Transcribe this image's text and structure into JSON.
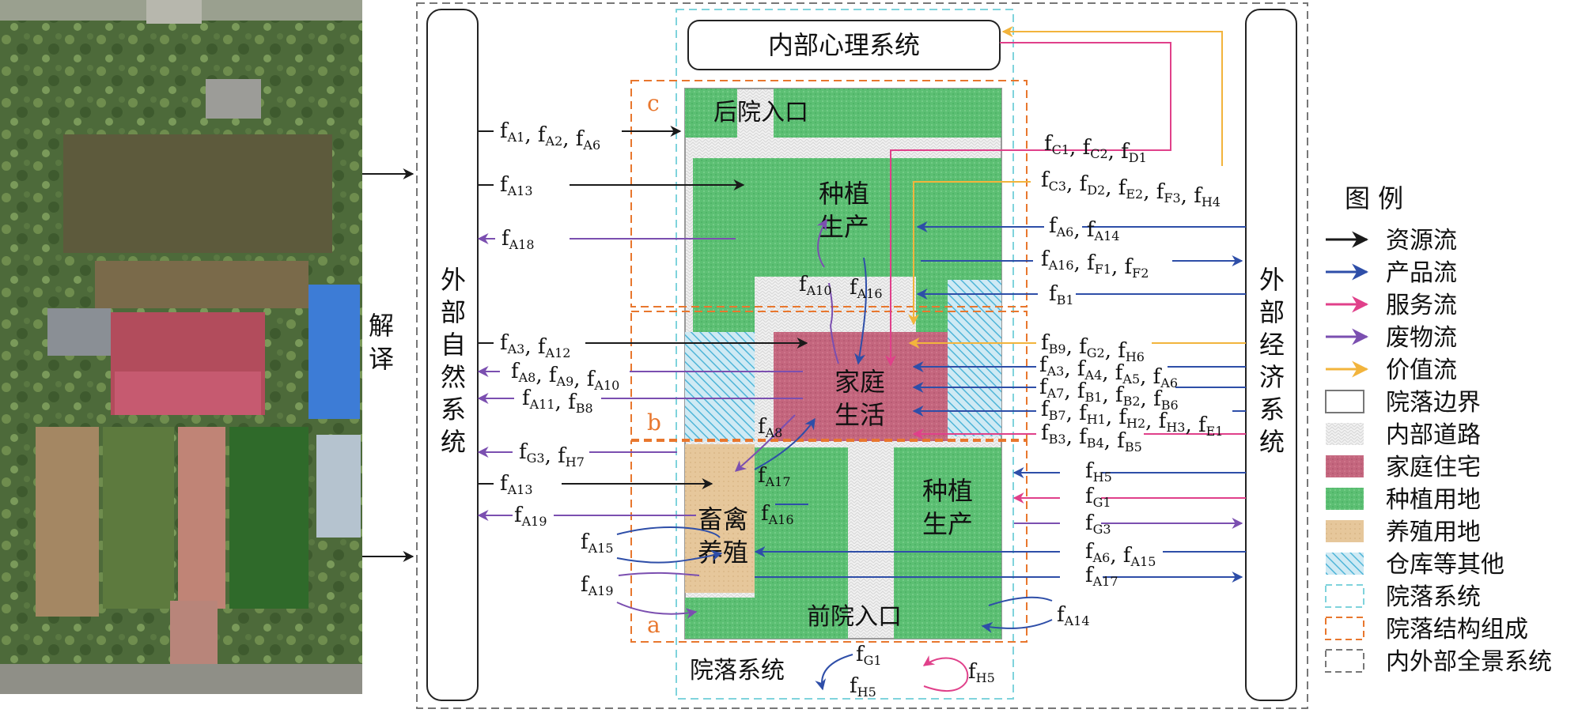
{
  "translate_label": [
    "解",
    "译"
  ],
  "external_natural_system": [
    "外",
    "部",
    "自",
    "然",
    "系",
    "统"
  ],
  "external_economic_system": [
    "外",
    "部",
    "经",
    "济",
    "系",
    "统"
  ],
  "internal_psych_system": "内部心理系统",
  "courtyard_system": "院落系统",
  "regions": {
    "c": "c",
    "b": "b",
    "a": "a",
    "back_entrance": "后院入口",
    "front_entrance": "前院入口",
    "planting_top": [
      "种植",
      "生产"
    ],
    "planting_right": [
      "种植",
      "生产"
    ],
    "home_life": [
      "家庭",
      "生活"
    ],
    "livestock": [
      "畜禽",
      "养殖"
    ]
  },
  "flows": [
    {
      "id": "fA1_A2_A6",
      "parts": [
        [
          "f",
          "A1"
        ],
        [
          ", f",
          "A2"
        ],
        [
          ", f",
          "A6"
        ]
      ]
    },
    {
      "id": "fA13_top",
      "parts": [
        [
          "f",
          "A13"
        ]
      ]
    },
    {
      "id": "fA18",
      "parts": [
        [
          "f",
          "A18"
        ]
      ]
    },
    {
      "id": "fA3_A12",
      "parts": [
        [
          "f",
          "A3"
        ],
        [
          ", f",
          "A12"
        ]
      ]
    },
    {
      "id": "fA8_A9_A10",
      "parts": [
        [
          "f",
          "A8"
        ],
        [
          ", f",
          "A9"
        ],
        [
          ", f",
          "A10"
        ]
      ]
    },
    {
      "id": "fA11_B8",
      "parts": [
        [
          "f",
          "A11"
        ],
        [
          ", f",
          "B8"
        ]
      ]
    },
    {
      "id": "fG3_H7",
      "parts": [
        [
          "f",
          "G3"
        ],
        [
          ", f",
          "H7"
        ]
      ]
    },
    {
      "id": "fA13_bottom",
      "parts": [
        [
          "f",
          "A13"
        ]
      ]
    },
    {
      "id": "fA19_left",
      "parts": [
        [
          "f",
          "A19"
        ]
      ]
    },
    {
      "id": "fA15_in",
      "parts": [
        [
          "f",
          "A15"
        ]
      ]
    },
    {
      "id": "fA19_in",
      "parts": [
        [
          "f",
          "A19"
        ]
      ]
    },
    {
      "id": "fA10_in",
      "parts": [
        [
          "f",
          "A10"
        ]
      ]
    },
    {
      "id": "fA16_in",
      "parts": [
        [
          "f",
          "A16"
        ]
      ]
    },
    {
      "id": "fA8_in",
      "parts": [
        [
          "f",
          "A8"
        ]
      ]
    },
    {
      "id": "fA17_in",
      "parts": [
        [
          "f",
          "A17"
        ]
      ]
    },
    {
      "id": "fA16_in2",
      "parts": [
        [
          "f",
          "A16"
        ]
      ]
    },
    {
      "id": "fC1_C2_D1",
      "parts": [
        [
          "f",
          "C1"
        ],
        [
          ", f",
          "C2"
        ],
        [
          ", f",
          "D1"
        ]
      ]
    },
    {
      "id": "fC3_D2_E2_F3_H4",
      "parts": [
        [
          "f",
          "C3"
        ],
        [
          ", f",
          "D2"
        ],
        [
          ", f",
          "E2"
        ],
        [
          ", f",
          "F3"
        ],
        [
          ", f",
          "H4"
        ]
      ]
    },
    {
      "id": "fA6_A14",
      "parts": [
        [
          "f",
          "A6"
        ],
        [
          ", f",
          "A14"
        ]
      ]
    },
    {
      "id": "fA16_F1_F2",
      "parts": [
        [
          "f",
          "A16"
        ],
        [
          ", f",
          "F1"
        ],
        [
          ", f",
          "F2"
        ]
      ]
    },
    {
      "id": "fB1",
      "parts": [
        [
          "f",
          "B1"
        ]
      ]
    },
    {
      "id": "fB9_G2_H6",
      "parts": [
        [
          "f",
          "B9"
        ],
        [
          ", f",
          "G2"
        ],
        [
          ", f",
          "H6"
        ]
      ]
    },
    {
      "id": "fA3_A4_A5_A6",
      "parts": [
        [
          "f",
          "A3"
        ],
        [
          ", f",
          "A4"
        ],
        [
          ", f",
          "A5"
        ],
        [
          ", f",
          "A6"
        ]
      ]
    },
    {
      "id": "fA7_B1_B2_B6",
      "parts": [
        [
          "f",
          "A7"
        ],
        [
          ", f",
          "B1"
        ],
        [
          ", f",
          "B2"
        ],
        [
          ", f",
          "B6"
        ]
      ]
    },
    {
      "id": "fB7_H1_H2_H3_E1",
      "parts": [
        [
          "f",
          "B7"
        ],
        [
          ", f",
          "H1"
        ],
        [
          ", f",
          "H2"
        ],
        [
          ", f",
          "H3"
        ],
        [
          ", f",
          "E1"
        ]
      ]
    },
    {
      "id": "fB3_B4_B5",
      "parts": [
        [
          "f",
          "B3"
        ],
        [
          ", f",
          "B4"
        ],
        [
          ", f",
          "B5"
        ]
      ]
    },
    {
      "id": "fH5_right",
      "parts": [
        [
          "f",
          "H5"
        ]
      ]
    },
    {
      "id": "fG1_right",
      "parts": [
        [
          "f",
          "G1"
        ]
      ]
    },
    {
      "id": "fG3_right",
      "parts": [
        [
          "f",
          "G3"
        ]
      ]
    },
    {
      "id": "fA6_A15",
      "parts": [
        [
          "f",
          "A6"
        ],
        [
          ", f",
          "A15"
        ]
      ]
    },
    {
      "id": "fA17_right",
      "parts": [
        [
          "f",
          "A17"
        ]
      ]
    },
    {
      "id": "fA14_front",
      "parts": [
        [
          "f",
          "A14"
        ]
      ]
    },
    {
      "id": "fG1_bottom",
      "parts": [
        [
          "f",
          "G1"
        ]
      ]
    },
    {
      "id": "fH5_bottom",
      "parts": [
        [
          "f",
          "H5"
        ]
      ]
    },
    {
      "id": "fH5_bottom2",
      "parts": [
        [
          "f",
          "H5"
        ]
      ]
    }
  ],
  "legend": {
    "title": "图  例",
    "items": [
      {
        "kind": "arrow",
        "color": "#1a1a1a",
        "label": "资源流"
      },
      {
        "kind": "arrow",
        "color": "#2e4ea8",
        "label": "产品流"
      },
      {
        "kind": "arrow",
        "color": "#e0408a",
        "label": "服务流"
      },
      {
        "kind": "arrow",
        "color": "#7b4fb0",
        "label": "废物流"
      },
      {
        "kind": "arrow",
        "color": "#f2b43c",
        "label": "价值流"
      },
      {
        "kind": "box",
        "label": "院落边界"
      },
      {
        "kind": "road",
        "label": "内部道路"
      },
      {
        "kind": "house",
        "label": "家庭住宅"
      },
      {
        "kind": "green",
        "label": "种植用地"
      },
      {
        "kind": "tan",
        "label": "养殖用地"
      },
      {
        "kind": "hatch",
        "label": "仓库等其他"
      },
      {
        "kind": "dash-cyan",
        "label": "院落系统"
      },
      {
        "kind": "dash-orange",
        "label": "院落结构组成"
      },
      {
        "kind": "dash-gray",
        "label": "内外部全景系统"
      }
    ]
  },
  "colors": {
    "black": "#1a1a1a",
    "blue": "#2e4ea8",
    "pink": "#e0408a",
    "purple": "#7b4fb0",
    "yellow": "#f2b43c",
    "green": "#5cbf73",
    "house": "#c4667e",
    "tan": "#e6c79b",
    "hatch": "#8fd0e6",
    "orange": "#e8772e",
    "cyan": "#7fd3dc"
  }
}
